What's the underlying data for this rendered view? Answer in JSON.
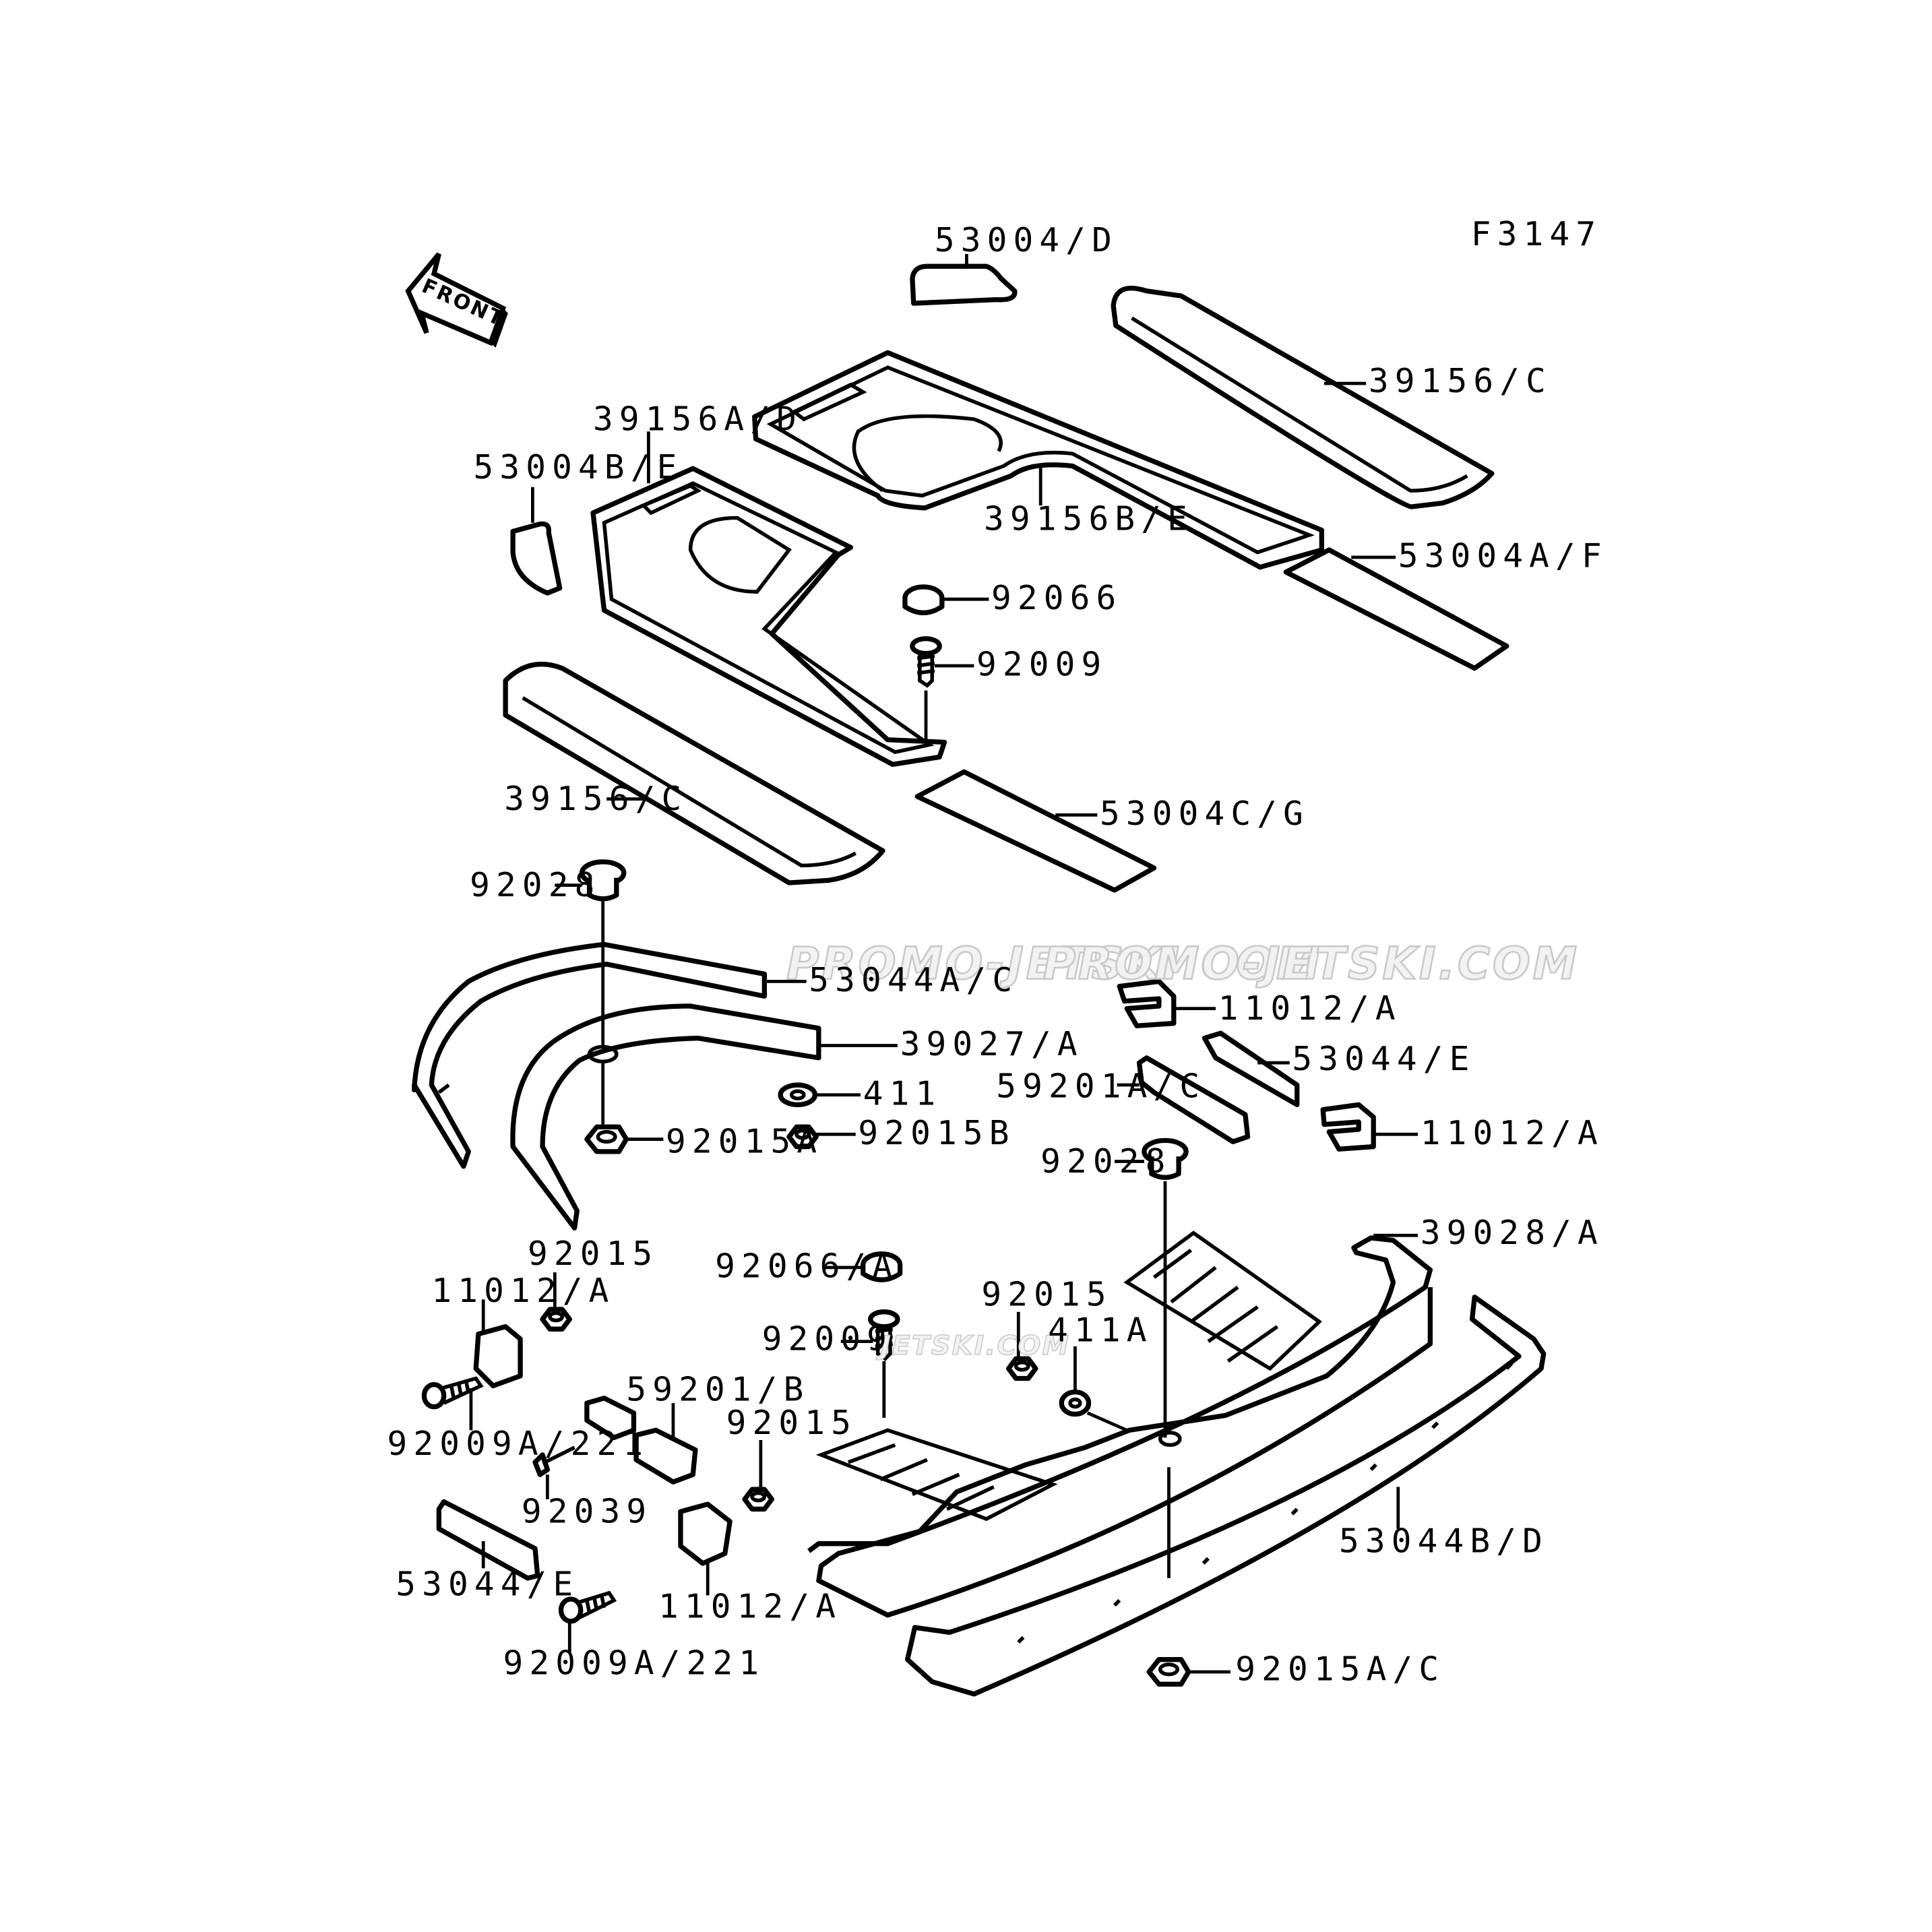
{
  "figure_code": "F3147",
  "front_label": "FRONT",
  "watermarks": [
    "JETSKI.COM",
    "PROMO-JETSKI.COM",
    "PROMO-JETSKI.COM"
  ],
  "labels": {
    "p53004_d": "53004/D",
    "p39156_c_top": "39156/C",
    "p39156a_d": "39156A/D",
    "p53004b_e": "53004B/E",
    "p39156b_e": "39156B/E",
    "p53004a_f": "53004A/F",
    "p92066": "92066",
    "p92009_top": "92009",
    "p39156_c_bottom": "39156/C",
    "p53004c_g": "53004C/G",
    "p92028_left": "92028",
    "p53044a_c": "53044A/C",
    "p39027_a": "39027/A",
    "p411": "411",
    "p92015a": "92015A",
    "p92015b": "92015B",
    "p11012_a_1": "11012/A",
    "p53044_e_right": "53044/E",
    "p59201a_c": "59201A/C",
    "p11012_a_2": "11012/A",
    "p92028_right": "92028",
    "p39028_a": "39028/A",
    "p92015_left": "92015",
    "p11012_a_left": "11012/A",
    "p92066_a": "92066/A",
    "p92015_mid": "92015",
    "p92009_mid": "92009",
    "p411a": "411A",
    "p92009a_221_1": "92009A/221",
    "p59201_b": "59201/B",
    "p92015_lower": "92015",
    "p92039": "92039",
    "p53044b_d": "53044B/D",
    "p53044_e_left": "53044/E",
    "p11012_a_lower": "11012/A",
    "p92009a_221_2": "92009A/221",
    "p92015a_c": "92015A/C"
  }
}
